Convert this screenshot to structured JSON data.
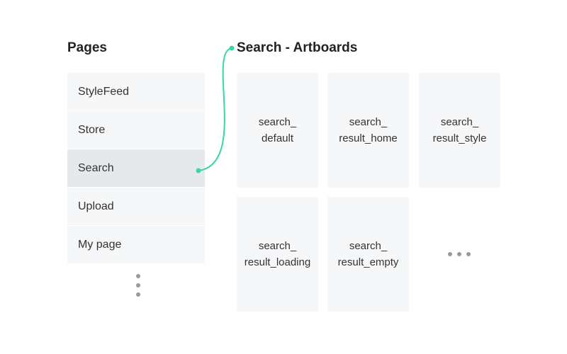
{
  "pages_title": "Pages",
  "artboards_title": "Search - Artboards",
  "pages": [
    "StyleFeed",
    "Store",
    "Search",
    "Upload",
    "My page"
  ],
  "active_page": "Search",
  "artboards": [
    "search_\ndefault",
    "search_\nresult_home",
    "search_\nresult_style",
    "search_\nresult_loading",
    "search_\nresult_empty"
  ],
  "accent": "#3dd6a0"
}
